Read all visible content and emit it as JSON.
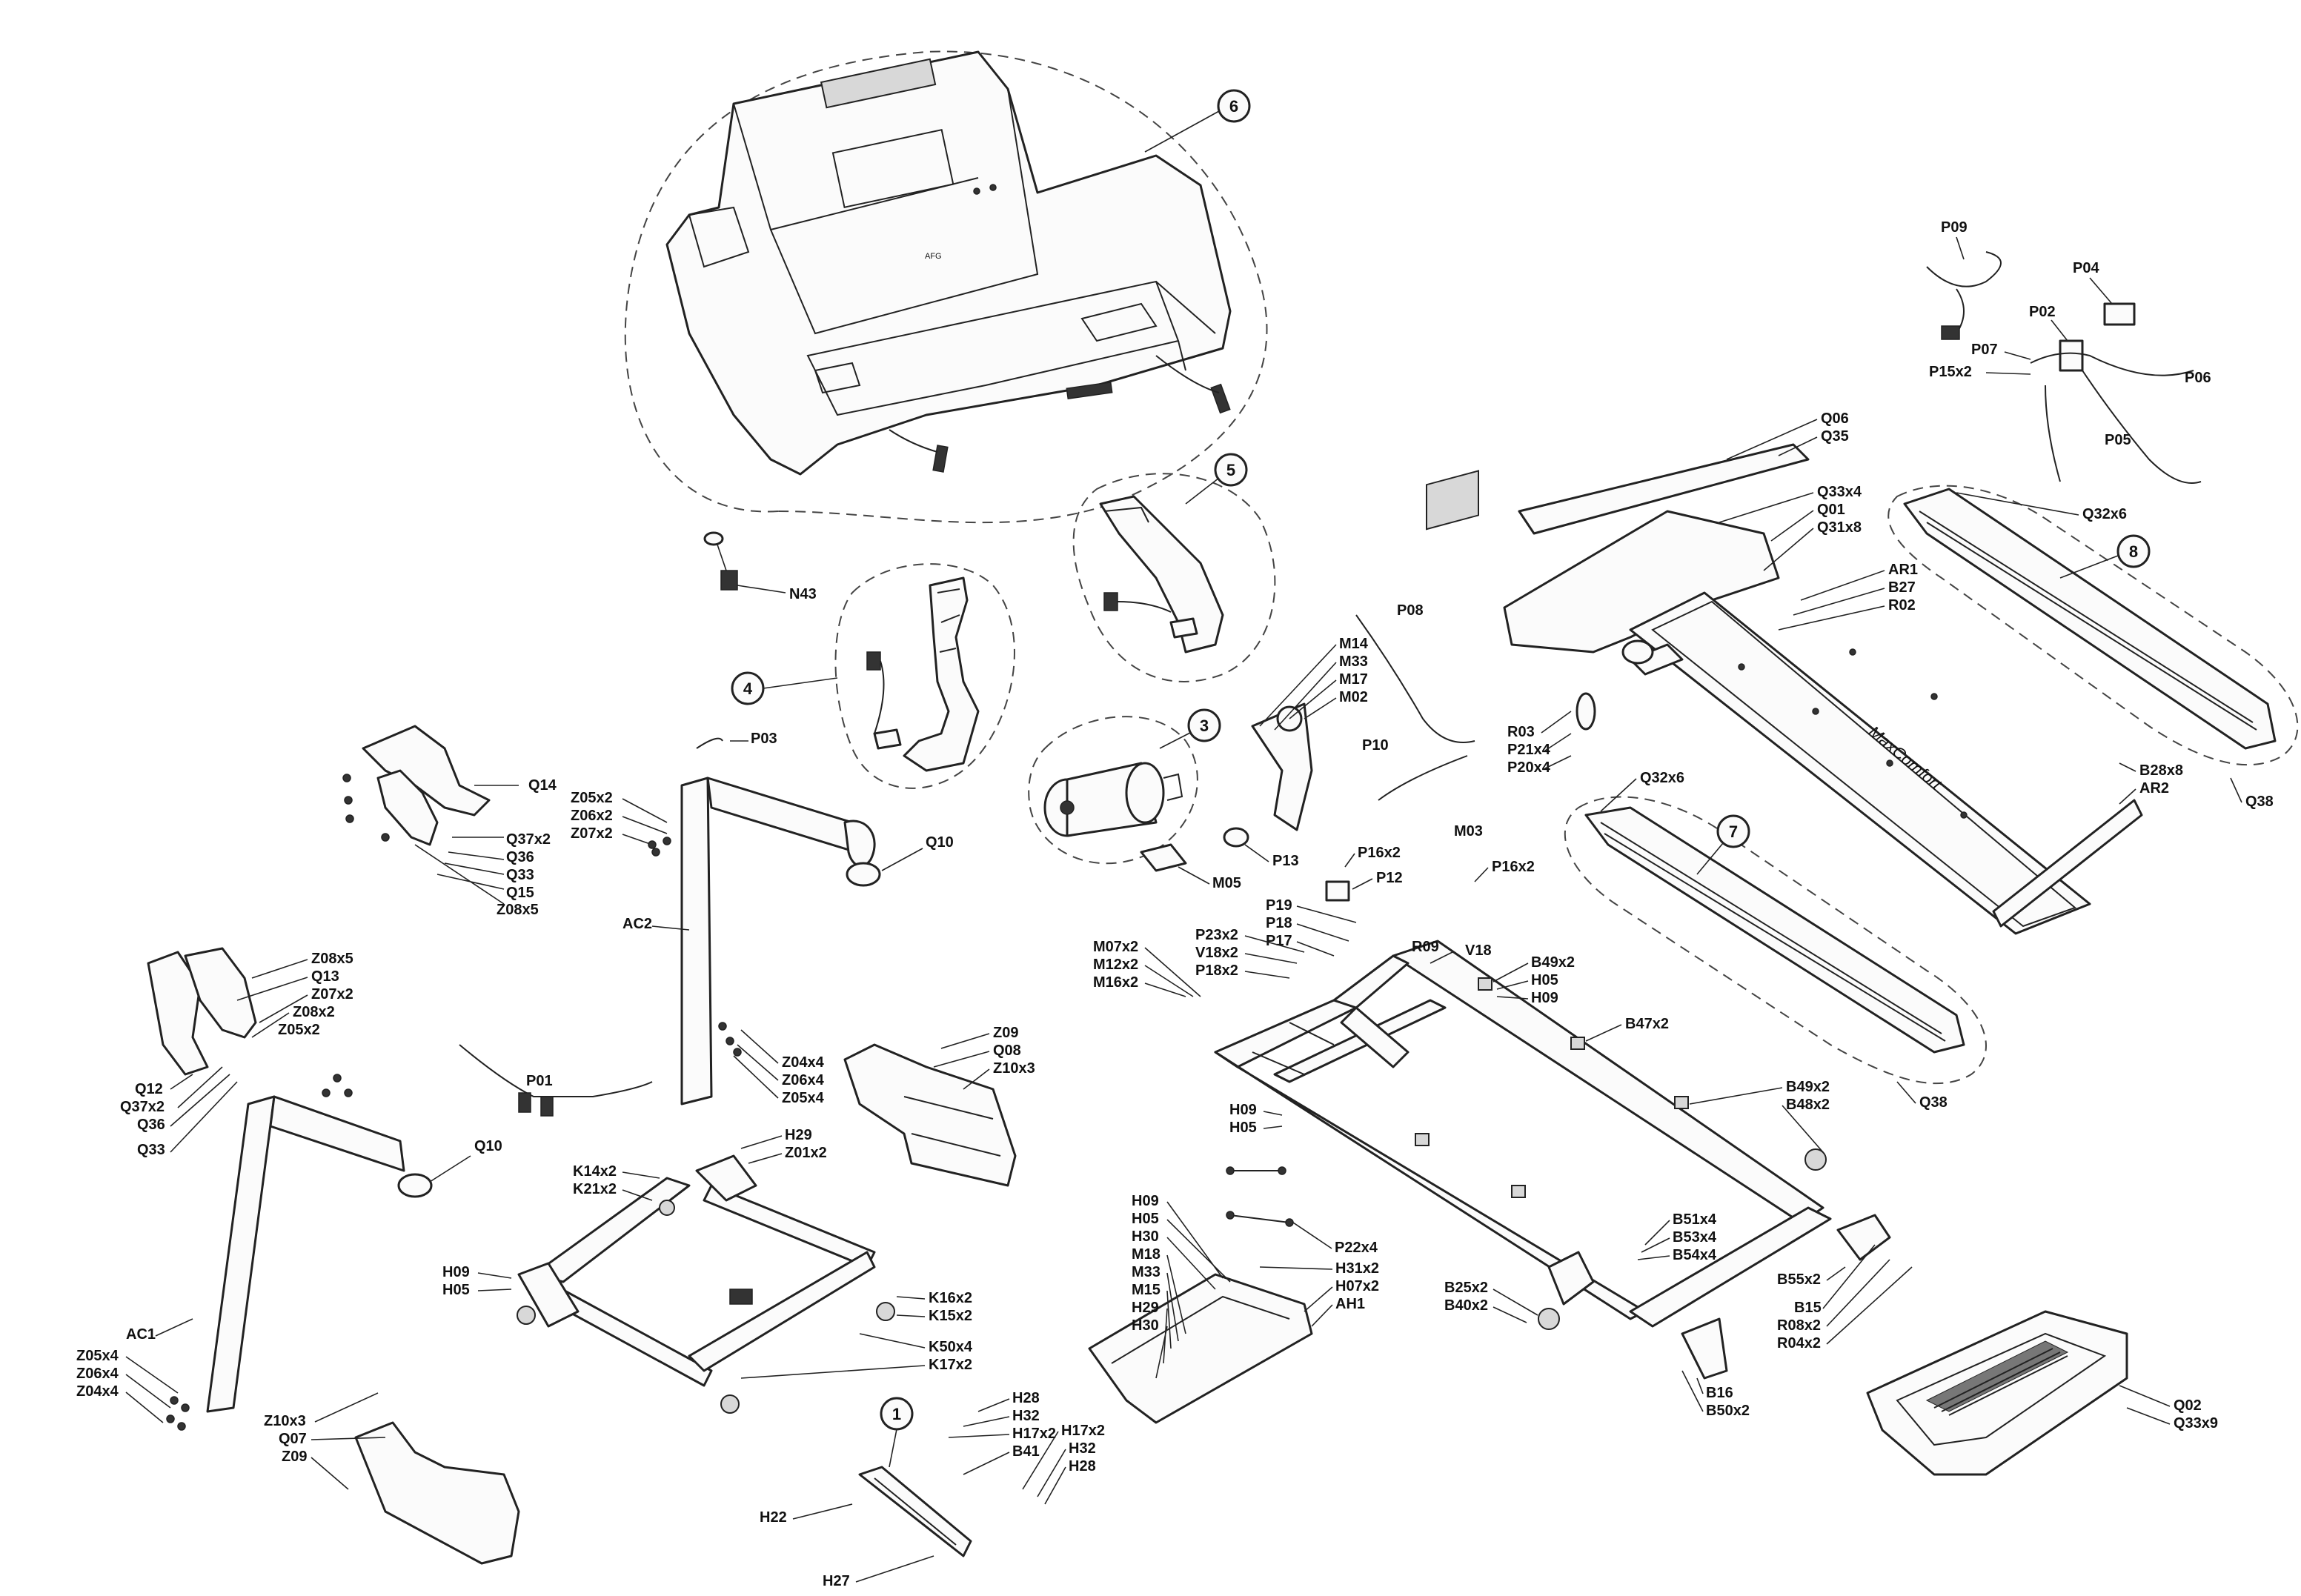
{
  "labels": {
    "N43": "N43",
    "P03": "P03",
    "Q14": "Q14",
    "Z05x2_a": "Z05x2",
    "Z06x2_a": "Z06x2",
    "Z07x2_a": "Z07x2",
    "Q37x2_a": "Q37x2",
    "Q36_a": "Q36",
    "Q33_a": "Q33",
    "Q15": "Q15",
    "Z08x5_a": "Z08x5",
    "Q10_a": "Q10",
    "AC2": "AC2",
    "Z08x5_b": "Z08x5",
    "Q13": "Q13",
    "Z07x2_b": "Z07x2",
    "Z08x2": "Z08x2",
    "Z05x2_b": "Z05x2",
    "Q12": "Q12",
    "Q37x2_b": "Q37x2",
    "Q36_b": "Q36",
    "Q33_b": "Q33",
    "P01": "P01",
    "Z04x4_a": "Z04x4",
    "Z06x4_a": "Z06x4",
    "Z05x4_a": "Z05x4",
    "Z09_a": "Z09",
    "Q08": "Q08",
    "Z10x3_a": "Z10x3",
    "Q10_b": "Q10",
    "H29_a": "H29",
    "Z01x2": "Z01x2",
    "K14x2": "K14x2",
    "K21x2": "K21x2",
    "H09_a": "H09",
    "H05_a": "H05",
    "K16x2": "K16x2",
    "K15x2": "K15x2",
    "K50x4": "K50x4",
    "K17x2": "K17x2",
    "AC1": "AC1",
    "Z05x4_b": "Z05x4",
    "Z06x4_b": "Z06x4",
    "Z04x4_b": "Z04x4",
    "Z10x3_b": "Z10x3",
    "Q07": "Q07",
    "Z09_b": "Z09",
    "H28_a": "H28",
    "H32_a": "H32",
    "H17x2_a": "H17x2",
    "B41": "B41",
    "H17x2_b": "H17x2",
    "H32_b": "H32",
    "H28_b": "H28",
    "H22": "H22",
    "H27": "H27",
    "M14": "M14",
    "M33_a": "M33",
    "M17": "M17",
    "M02": "M02",
    "P08": "P08",
    "P10": "P10",
    "P13": "P13",
    "M05": "M05",
    "P16x2_a": "P16x2",
    "P12": "P12",
    "M03": "M03",
    "P16x2_b": "P16x2",
    "P19": "P19",
    "P18": "P18",
    "P17": "P17",
    "P23x2": "P23x2",
    "V18x2": "V18x2",
    "P18x2": "P18x2",
    "M07x2": "M07x2",
    "M12x2": "M12x2",
    "M16x2": "M16x2",
    "R09": "R09",
    "V18": "V18",
    "B49x2_a": "B49x2",
    "H05_b": "H05",
    "H09_b": "H09",
    "B47x2": "B47x2",
    "H09_c": "H09",
    "H05_c": "H05",
    "B49x2_b": "B49x2",
    "B48x2": "B48x2",
    "P22x4": "P22x4",
    "H09_d": "H09",
    "H05_d": "H05",
    "H30_a": "H30",
    "M18": "M18",
    "M33_b": "M33",
    "M15": "M15",
    "H29_b": "H29",
    "H30_b": "H30",
    "H31x2": "H31x2",
    "H07x2": "H07x2",
    "AH1": "AH1",
    "B51x4": "B51x4",
    "B53x4": "B53x4",
    "B54x4": "B54x4",
    "B25x2": "B25x2",
    "B40x2": "B40x2",
    "B55x2": "B55x2",
    "B15": "B15",
    "R08x2": "R08x2",
    "R04x2": "R04x2",
    "B16": "B16",
    "B50x2": "B50x2",
    "Q02": "Q02",
    "Q33x9": "Q33x9",
    "Q06": "Q06",
    "Q35": "Q35",
    "Q33x4": "Q33x4",
    "Q01": "Q01",
    "Q31x8": "Q31x8",
    "Q32x6_a": "Q32x6",
    "AR1": "AR1",
    "B27": "B27",
    "R02": "R02",
    "R03": "R03",
    "P21x4": "P21x4",
    "P20x4": "P20x4",
    "B28x8": "B28x8",
    "AR2": "AR2",
    "Q38_a": "Q38",
    "Q32x6_b": "Q32x6",
    "Q38_b": "Q38",
    "P09": "P09",
    "P04": "P04",
    "P02": "P02",
    "P07": "P07",
    "P15x2": "P15x2",
    "P06": "P06",
    "P05": "P05"
  },
  "assembly_numbers": {
    "n1": "1",
    "n3": "3",
    "n4": "4",
    "n5": "5",
    "n6": "6",
    "n7": "7",
    "n8": "8"
  },
  "markings": {
    "console_brand": "AFG",
    "deck_brand": "MaxComfort"
  },
  "icons": {
    "console": "treadmill-console",
    "motor": "drive-motor",
    "frame": "treadmill-frame",
    "deck": "running-deck",
    "motor_tray": "motor-cover-tray",
    "wire_harness": "wire-harness"
  }
}
